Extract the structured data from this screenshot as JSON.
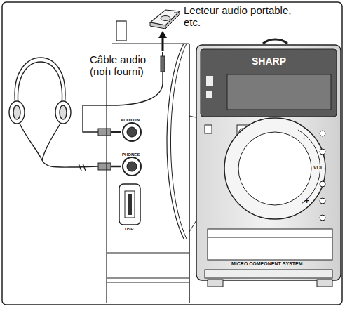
{
  "diagram": {
    "labels": [
      "Lecteur audio portable, etc.",
      "Câble audio (non fourni)",
      "AUDIO IN",
      "PHONES",
      "USB",
      "SHARP",
      "VOL.",
      "-",
      "+",
      "MICRO COMPONENT SYSTEM"
    ]
  }
}
